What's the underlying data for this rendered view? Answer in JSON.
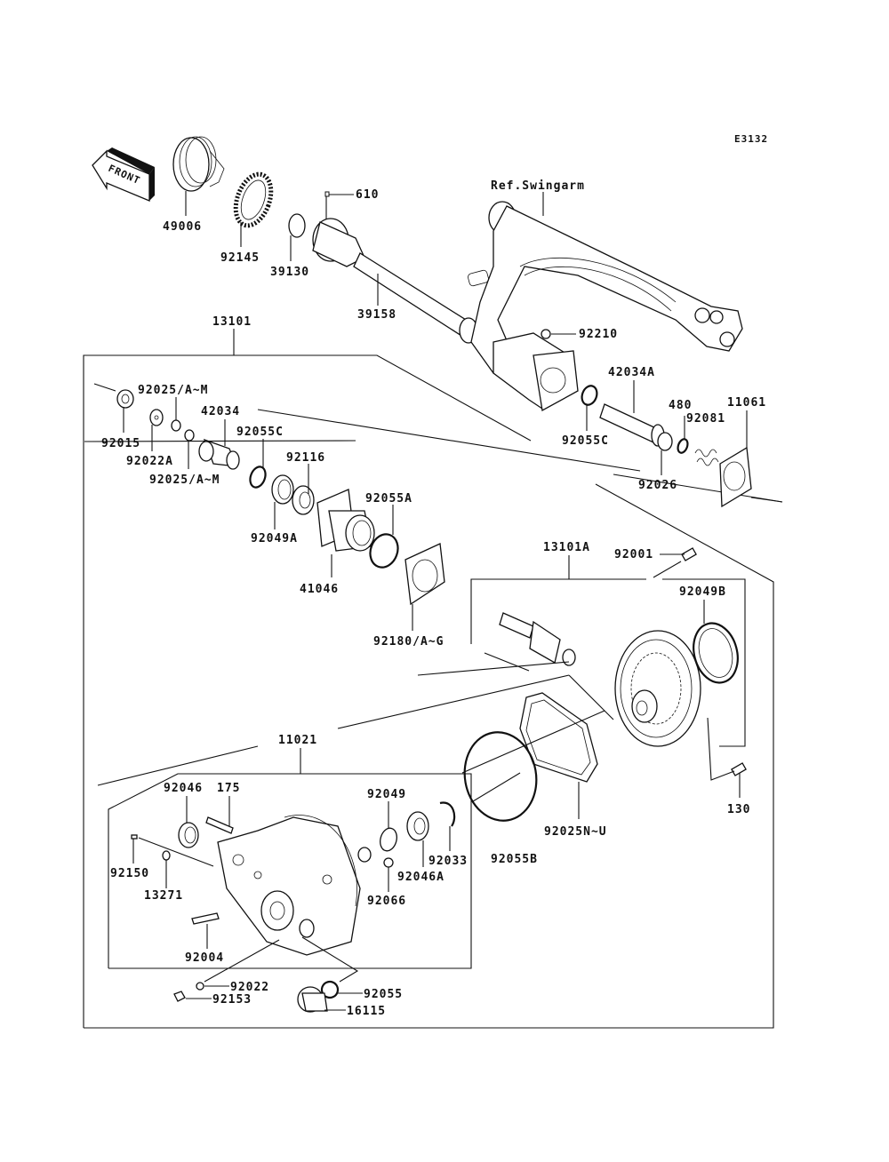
{
  "diagram": {
    "code": "E3132",
    "front_arrow_label": "FRONT",
    "reference_label": "Ref.Swingarm",
    "parts": [
      {
        "id": "49006"
      },
      {
        "id": "92145"
      },
      {
        "id": "39130"
      },
      {
        "id": "610"
      },
      {
        "id": "39158"
      },
      {
        "id": "92210"
      },
      {
        "id": "13101"
      },
      {
        "id": "92025/A~M"
      },
      {
        "id": "92015"
      },
      {
        "id": "92022A"
      },
      {
        "id": "92025/A~M (2)",
        "label": "92025/A~M"
      },
      {
        "id": "42034"
      },
      {
        "id": "92055C"
      },
      {
        "id": "92116"
      },
      {
        "id": "92049A"
      },
      {
        "id": "41046"
      },
      {
        "id": "92055A"
      },
      {
        "id": "92180/A~G"
      },
      {
        "id": "42034A"
      },
      {
        "id": "92055C (2)",
        "label": "92055C"
      },
      {
        "id": "480"
      },
      {
        "id": "92081"
      },
      {
        "id": "11061"
      },
      {
        "id": "92026"
      },
      {
        "id": "13101A"
      },
      {
        "id": "92001"
      },
      {
        "id": "92049B"
      },
      {
        "id": "130"
      },
      {
        "id": "92025N~U"
      },
      {
        "id": "92055B"
      },
      {
        "id": "11021"
      },
      {
        "id": "92046"
      },
      {
        "id": "175"
      },
      {
        "id": "92150"
      },
      {
        "id": "13271"
      },
      {
        "id": "92049"
      },
      {
        "id": "92033"
      },
      {
        "id": "92046A"
      },
      {
        "id": "92066"
      },
      {
        "id": "92004"
      },
      {
        "id": "92022"
      },
      {
        "id": "92153"
      },
      {
        "id": "92055"
      },
      {
        "id": "16115"
      }
    ],
    "labels": {
      "p49006": "49006",
      "p92145": "92145",
      "p39130": "39130",
      "p610": "610",
      "p39158": "39158",
      "p92210": "92210",
      "p13101": "13101",
      "p92025a": "92025/A~M",
      "p92015": "92015",
      "p92022A": "92022A",
      "p92025b": "92025/A~M",
      "p42034": "42034",
      "p92055Ca": "92055C",
      "p92116": "92116",
      "p92049A": "92049A",
      "p41046": "41046",
      "p92055A": "92055A",
      "p92180": "92180/A~G",
      "p42034A": "42034A",
      "p92055Cb": "92055C",
      "p480": "480",
      "p92081": "92081",
      "p11061": "11061",
      "p92026": "92026",
      "p13101A": "13101A",
      "p92001": "92001",
      "p92049B": "92049B",
      "p130": "130",
      "p92025NU": "92025N~U",
      "p92055B": "92055B",
      "p11021": "11021",
      "p92046": "92046",
      "p175": "175",
      "p92150": "92150",
      "p13271": "13271",
      "p92049": "92049",
      "p92033": "92033",
      "p92046A": "92046A",
      "p92066": "92066",
      "p92004": "92004",
      "p92022": "92022",
      "p92153": "92153",
      "p92055": "92055",
      "p16115": "16115"
    }
  }
}
